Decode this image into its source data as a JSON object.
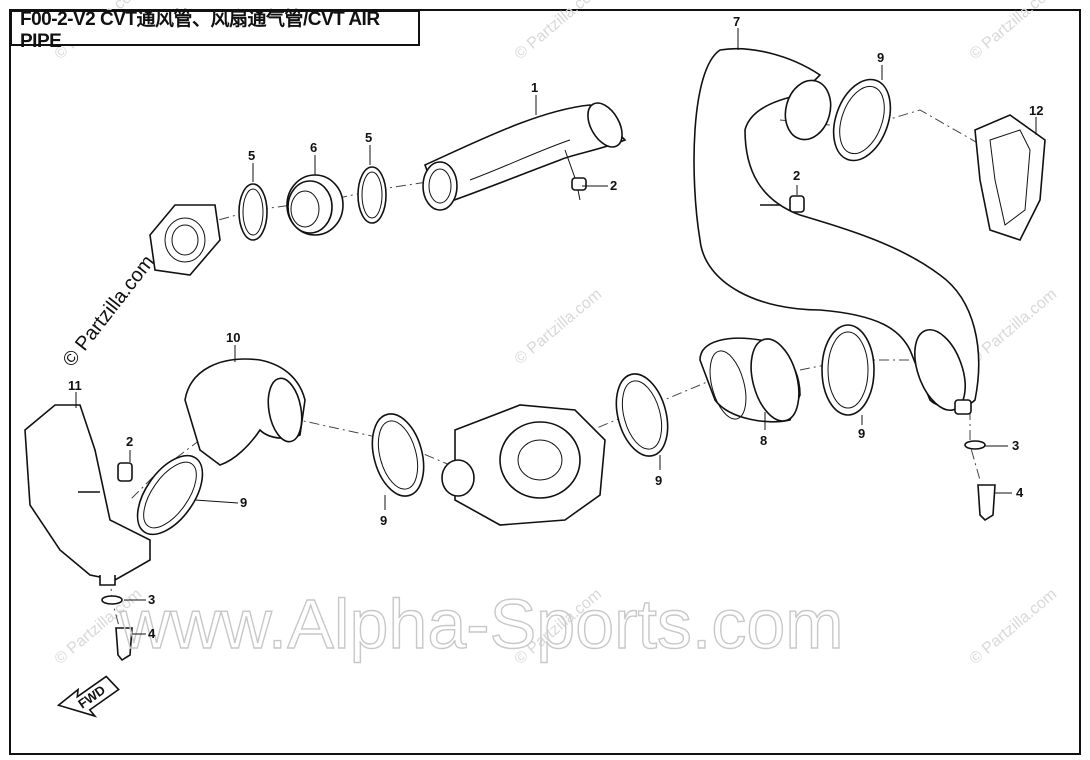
{
  "title": "F00-2-V2  CVT通风管、风扇通气管/CVT AIR PIPE",
  "watermark_main": "www.Alpha-Sports.com",
  "watermark_small": "© Partzilla.com",
  "watermark_rotated": "© Partzilla.com",
  "fwd_label": "FWD",
  "callouts": {
    "c1": "1",
    "c2a": "2",
    "c2b": "2",
    "c2c": "2",
    "c3a": "3",
    "c3b": "3",
    "c4a": "4",
    "c4b": "4",
    "c5a": "5",
    "c5b": "5",
    "c6": "6",
    "c7": "7",
    "c8": "8",
    "c9a": "9",
    "c9b": "9",
    "c9c": "9",
    "c9d": "9",
    "c9e": "9",
    "c10": "10",
    "c11": "11",
    "c12": "12"
  }
}
